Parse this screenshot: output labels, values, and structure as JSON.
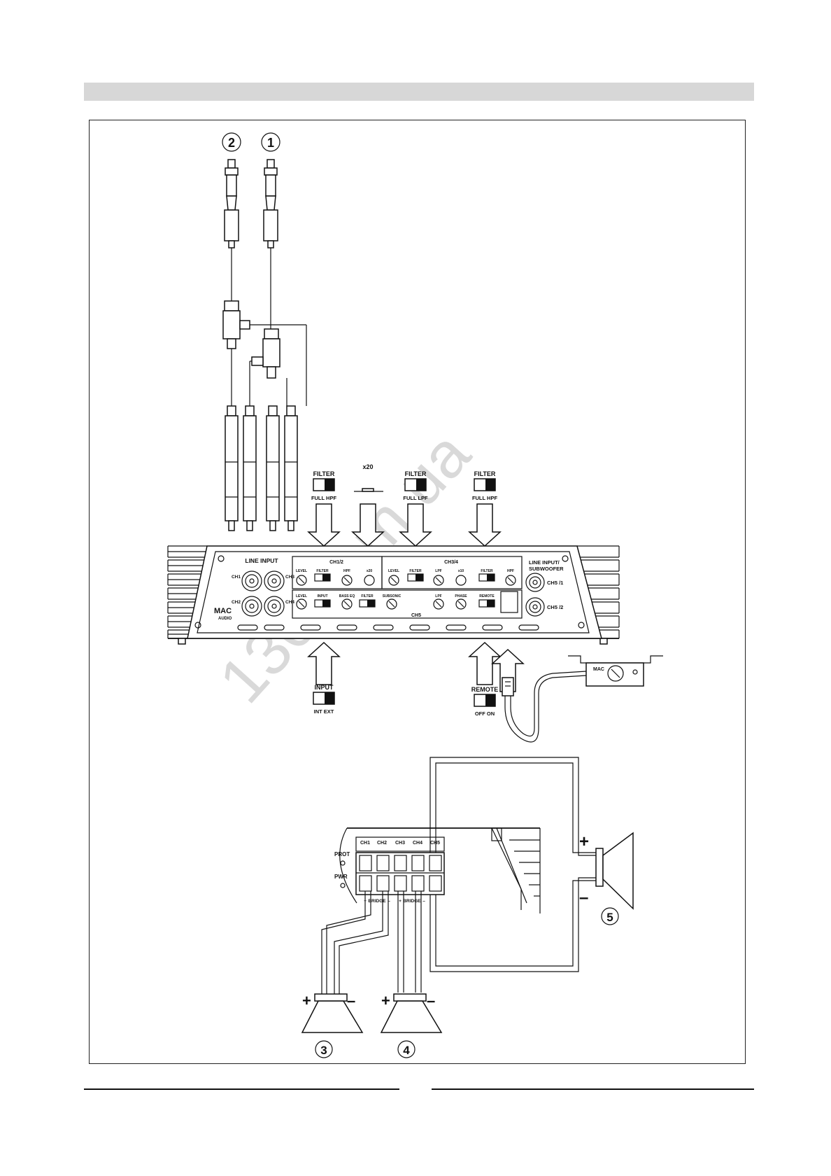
{
  "diagram": {
    "callouts": [
      "1",
      "2",
      "3",
      "4",
      "5"
    ],
    "switch_filter_ch12": {
      "title": "FILTER",
      "options": "FULL  HPF"
    },
    "gain_label": "x20",
    "switch_filter_ch34": {
      "title": "FILTER",
      "options": "FULL  LPF"
    },
    "switch_filter_ch5": {
      "title": "FILTER",
      "options": "FULL  HPF"
    },
    "switch_input": {
      "title": "INPUT",
      "options": "INT    EXT"
    },
    "switch_remote": {
      "title": "REMOTE",
      "options": "OFF   ON"
    },
    "amp": {
      "line_input": "LINE INPUT",
      "ch1": "CH1",
      "ch2": "CH2",
      "ch3": "CH3",
      "ch4": "CH4",
      "group_ch12": "CH1/2",
      "group_ch34": "CH3/4",
      "group_ch5": "CH5",
      "line_input_sub": "LINE INPUT/",
      "subwoofer": "SUBWOOFER",
      "ch5_1": "CH5 /1",
      "ch5_2": "CH5 /2",
      "level": "LEVEL",
      "filter": "FILTER",
      "hpf": "HPF",
      "lpf": "LPF",
      "x20": "x20",
      "x10": "x10",
      "input": "INPUT",
      "bass_eq": "BASS EQ",
      "subsonic": "SUBSONIC",
      "phase": "PHASE",
      "remote": "REMOTE",
      "brand": "MAC",
      "brand_sub": "AUDIO"
    },
    "terminals": {
      "prot": "PROT",
      "pwr": "PWR",
      "ch1": "CH1",
      "ch2": "CH2",
      "ch3": "CH3",
      "ch4": "CH4",
      "ch5": "CH5",
      "bridge_label": "BRIDGE"
    },
    "signs": {
      "plus": "+",
      "minus": "–"
    },
    "watermark": "130.com.ua"
  }
}
